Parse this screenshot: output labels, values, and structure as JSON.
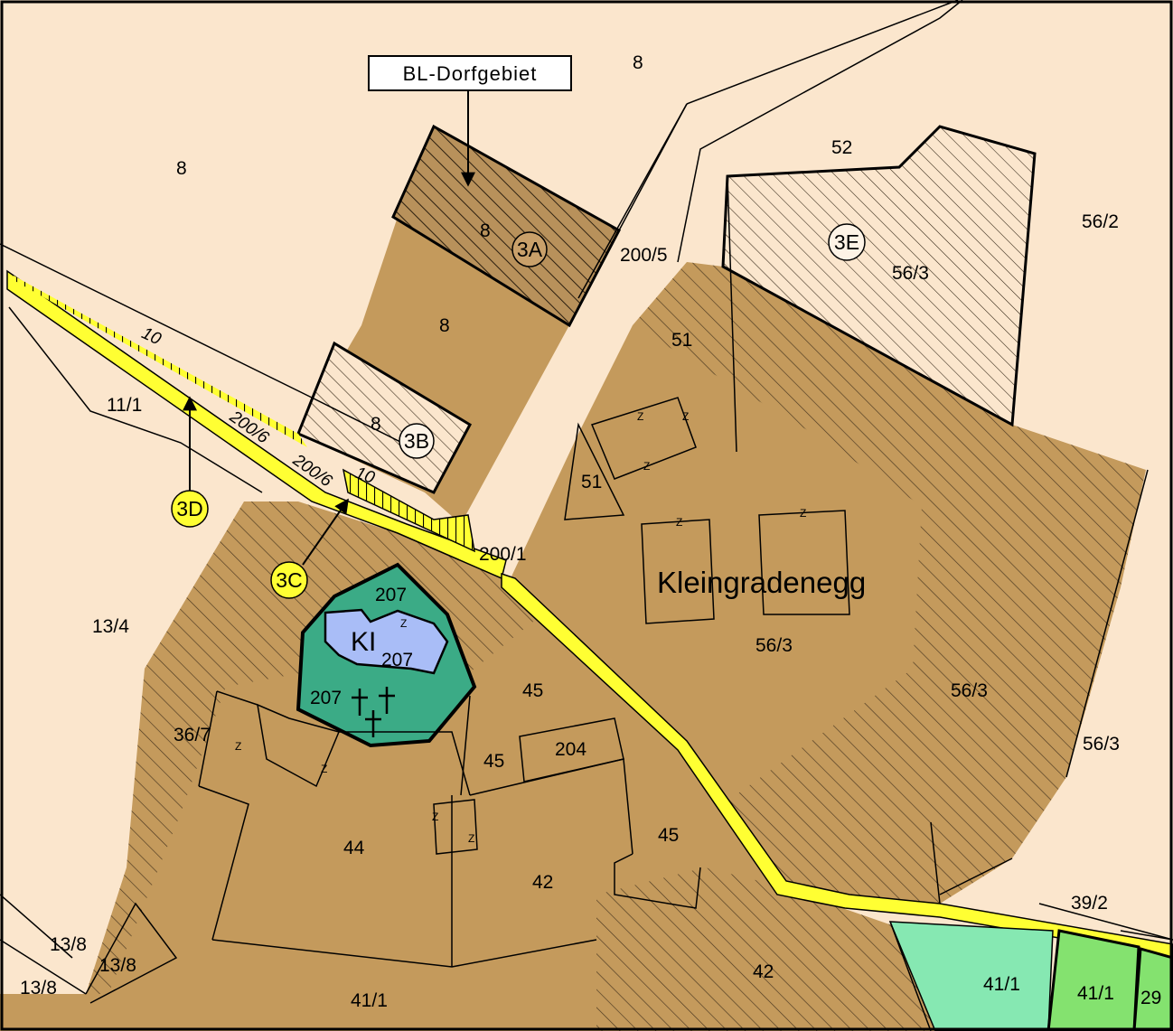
{
  "callout": {
    "label": "BL-Dorfgebiet"
  },
  "place_name": "Kleingradenegg",
  "church_label": "KI",
  "colors": {
    "background": "#fbe6cd",
    "building_land": "#c49a5c",
    "road": "#ffff33",
    "church_area": "#3bab86",
    "church_building": "#a9bdf7",
    "meadow_light": "#86e8b2",
    "meadow_green": "#84e26f",
    "marker_yellow": "#ffff33",
    "marker_white": "#fdf3e6"
  },
  "zones": [
    {
      "id": "3A",
      "style": "brown-hatched"
    },
    {
      "id": "3B",
      "style": "white-hatched"
    },
    {
      "id": "3C",
      "style": "yellow-marker"
    },
    {
      "id": "3D",
      "style": "yellow-marker"
    },
    {
      "id": "3E",
      "style": "white-hatched"
    }
  ],
  "parcel_labels": {
    "p8_top": "8",
    "p8_left": "8",
    "p8_3a": "8",
    "p8_mid": "8",
    "p8_3b": "8",
    "p52": "52",
    "p56_2": "56/2",
    "p56_3_e": "56/3",
    "p200_5": "200/5",
    "p51_a": "51",
    "p51_b": "51",
    "p10_a": "10",
    "p10_b": "10",
    "p11_1": "11/1",
    "p200_6_a": "200/6",
    "p200_6_b": "200/6",
    "p200_1": "200/1",
    "p13_4": "13/4",
    "p207_a": "207",
    "p207_b": "207",
    "p207_c": "207",
    "p56_3_a": "56/3",
    "p56_3_b": "56/3",
    "p56_3_c": "56/3",
    "p45_a": "45",
    "p45_b": "45",
    "p45_c": "45",
    "p204": "204",
    "p36_7": "36/7",
    "p44": "44",
    "p42_a": "42",
    "p42_b": "42",
    "p39_2": "39/2",
    "p13_8_a": "13/8",
    "p13_8_b": "13/8",
    "p13_8_c": "13/8",
    "p41_1_a": "41/1",
    "p41_1_b": "41/1",
    "p41_1_c": "41/1",
    "p29": "29"
  },
  "building_marks": {
    "z": "Z"
  }
}
